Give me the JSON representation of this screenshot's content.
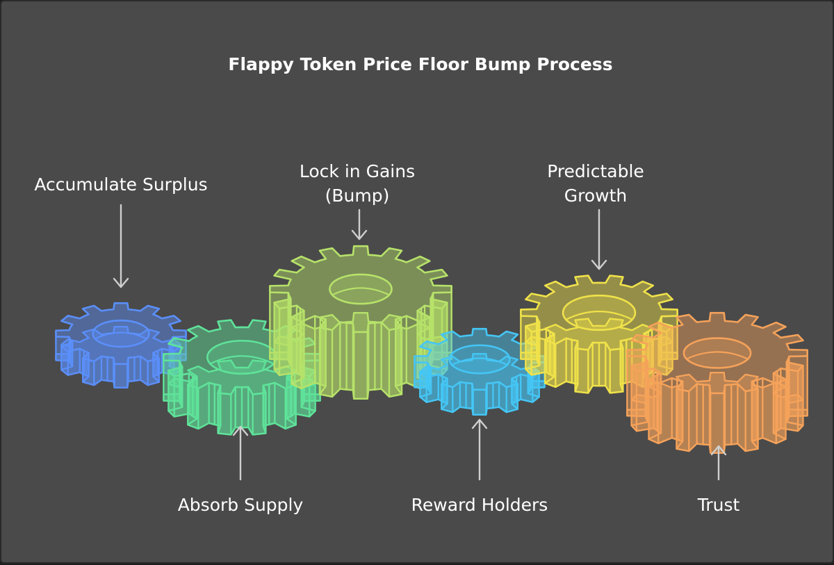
{
  "title": "Flappy Token Price Floor Bump Process",
  "steps": [
    {
      "label_lines": [
        "Accumulate Surplus"
      ],
      "color": "#5b8ff9"
    },
    {
      "label_lines": [
        "Absorb Supply"
      ],
      "color": "#5fe39a"
    },
    {
      "label_lines": [
        "Lock in Gains",
        "(Bump)"
      ],
      "color": "#b7e26a"
    },
    {
      "label_lines": [
        "Reward Holders"
      ],
      "color": "#45c6f5"
    },
    {
      "label_lines": [
        "Predictable",
        "Growth"
      ],
      "color": "#f0e24a"
    },
    {
      "label_lines": [
        "Trust"
      ],
      "color": "#f5a25a"
    }
  ]
}
